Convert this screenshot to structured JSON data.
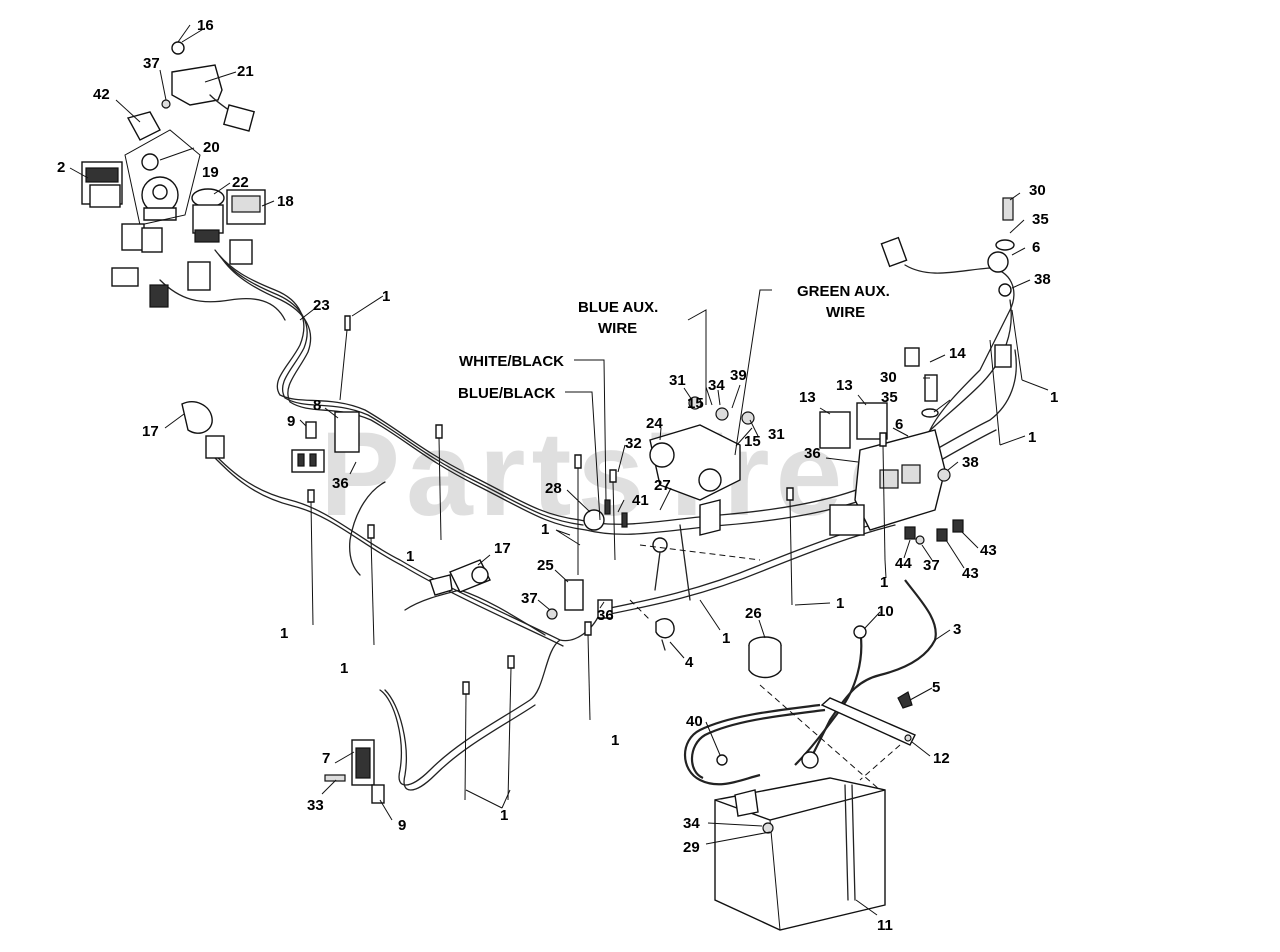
{
  "watermark": "PartsTree",
  "notes": {
    "blue_aux_line1": "BLUE AUX.",
    "blue_aux_line2": "WIRE",
    "green_aux_line1": "GREEN AUX.",
    "green_aux_line2": "WIRE",
    "white_black": "WHITE/BLACK",
    "blue_black": "BLUE/BLACK"
  },
  "callouts": {
    "c16": "16",
    "c37a": "37",
    "c21": "21",
    "c42": "42",
    "c20": "20",
    "c2": "2",
    "c19": "19",
    "c22": "22",
    "c18": "18",
    "c23": "23",
    "c1a": "1",
    "c17a": "17",
    "c9a": "9",
    "c8": "8",
    "c36a": "36",
    "c1b": "1",
    "c1c": "1",
    "c1d": "1",
    "c17b": "17",
    "c7": "7",
    "c33": "33",
    "c9b": "9",
    "c1e": "1",
    "c31a": "31",
    "c15a": "15",
    "c34a": "34",
    "c39": "39",
    "c24": "24",
    "c32": "32",
    "c15b": "15",
    "c31b": "31",
    "c28": "28",
    "c27": "27",
    "c41": "41",
    "c1f": "1",
    "c25": "25",
    "c37b": "37",
    "c36b": "36",
    "c1g": "1",
    "c4": "4",
    "c1h": "1",
    "c13a": "13",
    "c13b": "13",
    "c36c": "36",
    "c30a": "30",
    "c35a": "35",
    "c6a": "6",
    "c14": "14",
    "c38a": "38",
    "c1i": "1",
    "c1j": "1",
    "c30b": "30",
    "c35b": "35",
    "c6b": "6",
    "c38b": "38",
    "c44": "44",
    "c37c": "37",
    "c43a": "43",
    "c43b": "43",
    "c1k": "1",
    "c1l": "1",
    "c26": "26",
    "c10": "10",
    "c3": "3",
    "c5": "5",
    "c12": "12",
    "c40": "40",
    "c34b": "34",
    "c29": "29",
    "c11": "11"
  }
}
